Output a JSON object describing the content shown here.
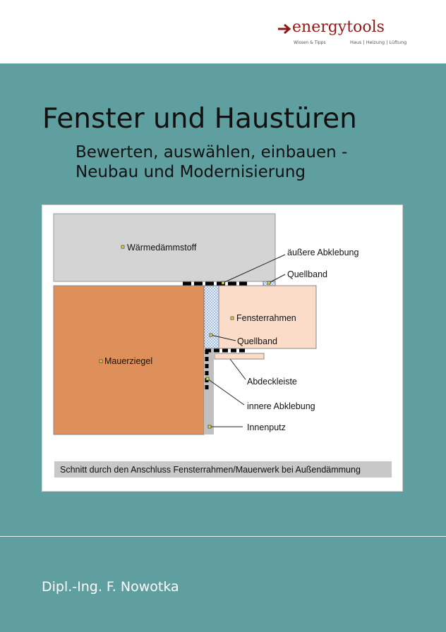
{
  "logo": {
    "brand": "energytools",
    "tagline_left": "Wissen & Tipps",
    "tagline_right": "Haus | Heizung | Lüftung",
    "color": "#8b1a1a"
  },
  "title": "Fenster und Haustüren",
  "subtitle": [
    "Bewerten, auswählen, einbauen -",
    "Neubau und Modernisierung"
  ],
  "figure": {
    "labels": {
      "insulation": "Wärmedämmstoff",
      "outer_tape": "äußere Abklebung",
      "sealing_tape_top": "Quellband",
      "window_frame": "Fensterrahmen",
      "sealing_tape_inner": "Quellband",
      "brick": "Mauerziegel",
      "cover_strip": "Abdeckleiste",
      "inner_tape": "innere Abklebung",
      "plaster": "Innenputz"
    },
    "caption": "Schnitt durch den Anschluss Fensterrahmen/Mauerwerk bei Außendämmung",
    "colors": {
      "insulation": "#d4d4d4",
      "brick": "#df8f5a",
      "frame": "#fbdcc8",
      "sealing": "#8fb0e0",
      "plaster": "#c0c0c0"
    }
  },
  "author": "Dipl.-Ing. F. Nowotka"
}
